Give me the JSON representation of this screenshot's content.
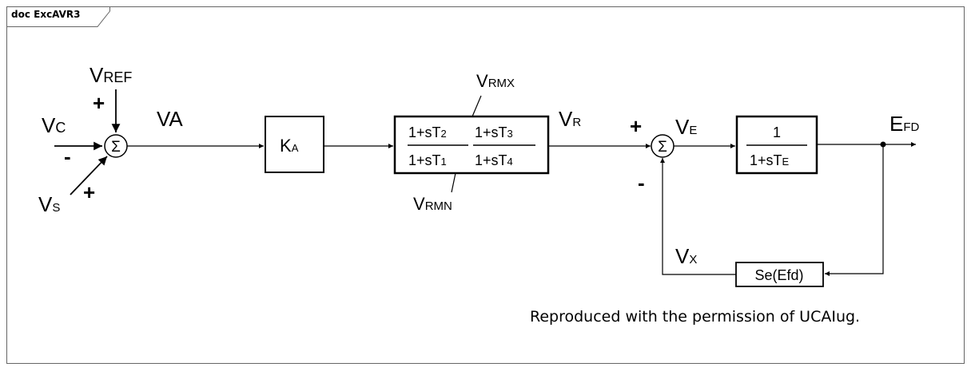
{
  "header": {
    "title": "doc ExcAVR3"
  },
  "inputs": {
    "vref": {
      "main": "V",
      "sub": "REF"
    },
    "vc": {
      "main": "V",
      "sub": "C"
    },
    "vs": {
      "main": "V",
      "sub": "S"
    },
    "vref_sign": "+",
    "vc_sign": "-",
    "vs_sign": "+"
  },
  "summer1": {
    "symbol": "Σ"
  },
  "signal_va": "VA",
  "block_ka": {
    "main": "K",
    "sub": "A"
  },
  "lead_lag": {
    "num1": {
      "a": "1+sT",
      "b": "2"
    },
    "den1": {
      "a": "1+sT",
      "b": "1"
    },
    "num2": {
      "a": "1+sT",
      "b": "3"
    },
    "den2": {
      "a": "1+sT",
      "b": "4"
    },
    "vrmx": {
      "main": "V",
      "sub": "RMX"
    },
    "vrmn": {
      "main": "V",
      "sub": "RMN"
    }
  },
  "signal_vr": {
    "main": "V",
    "sub": "R"
  },
  "summer2": {
    "symbol": "Σ",
    "plus_sign": "+",
    "minus_sign": "-"
  },
  "signal_ve": {
    "main": "V",
    "sub": "E"
  },
  "block_te": {
    "num": "1",
    "den_a": "1+sT",
    "den_b": "E"
  },
  "output": {
    "main": "E",
    "sub": "FD"
  },
  "feedback": {
    "block_label": "Se(Efd)",
    "signal": {
      "main": "V",
      "sub": "X"
    }
  },
  "note": "Reproduced with the permission of UCAIug."
}
